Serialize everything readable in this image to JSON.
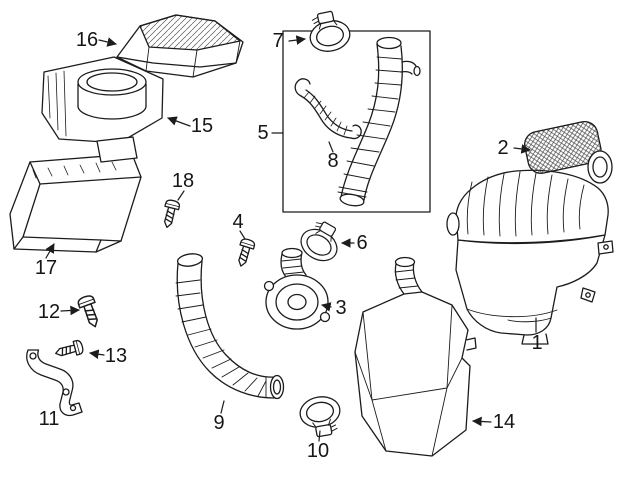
{
  "meta": {
    "background_color": "#ffffff",
    "line_color": "#1c1c1c"
  },
  "callouts": [
    {
      "label": "1",
      "part": "air-cleaner-assembly"
    },
    {
      "label": "2",
      "part": "air-filter-element"
    },
    {
      "label": "3",
      "part": "intake-boot"
    },
    {
      "label": "4",
      "part": "mounting-screw"
    },
    {
      "label": "5",
      "part": "outlet-hose-group"
    },
    {
      "label": "6",
      "part": "hose-clamp"
    },
    {
      "label": "7",
      "part": "hose-clamp"
    },
    {
      "label": "8",
      "part": "breather-hose"
    },
    {
      "label": "9",
      "part": "intake-hose"
    },
    {
      "label": "10",
      "part": "hose-clamp"
    },
    {
      "label": "11",
      "part": "mounting-bracket"
    },
    {
      "label": "12",
      "part": "mounting-screw"
    },
    {
      "label": "13",
      "part": "mounting-screw"
    },
    {
      "label": "14",
      "part": "resonator"
    },
    {
      "label": "15",
      "part": "air-cleaner-housing"
    },
    {
      "label": "16",
      "part": "air-cleaner-cover"
    },
    {
      "label": "17",
      "part": "air-intake-duct"
    },
    {
      "label": "18",
      "part": "mounting-screw"
    }
  ]
}
